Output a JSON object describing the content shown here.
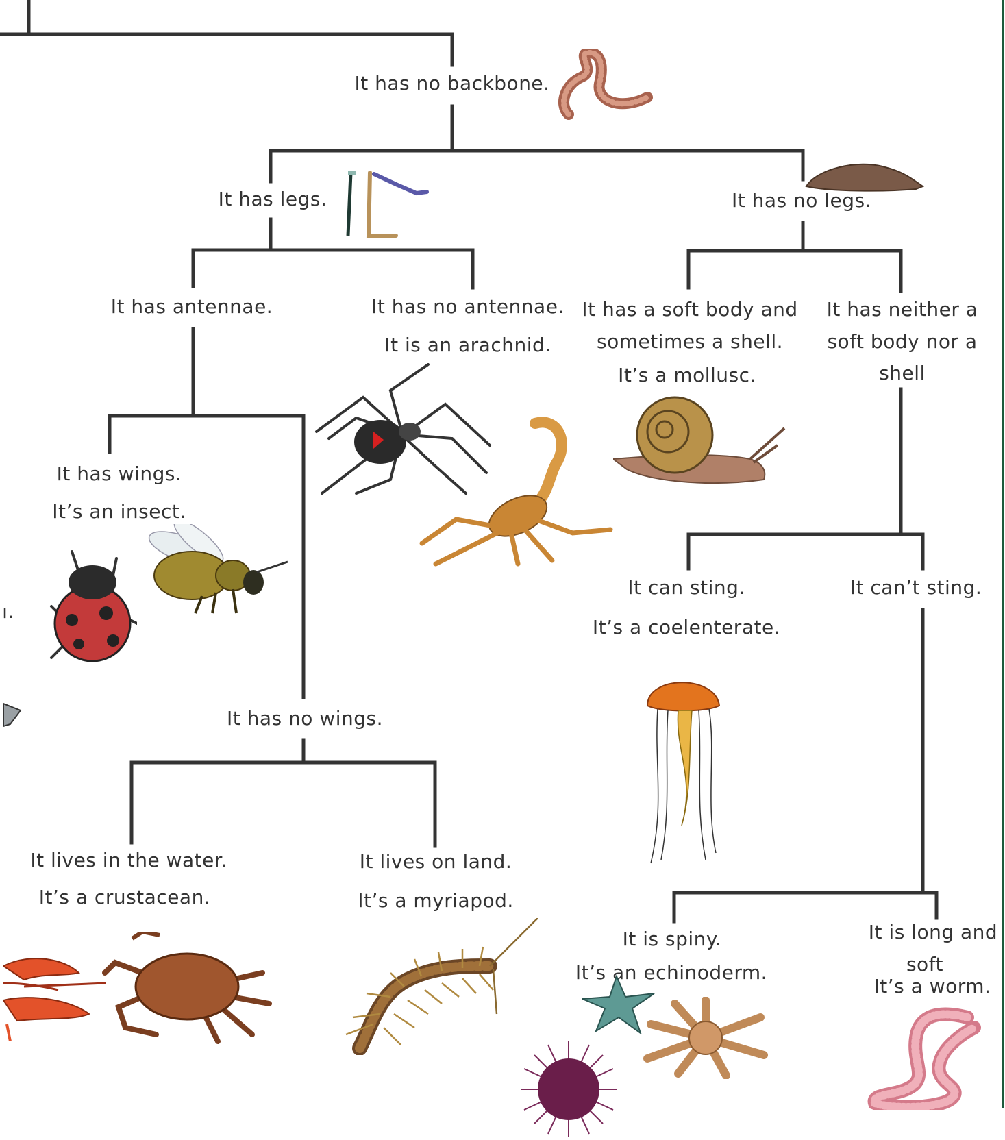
{
  "nodes": {
    "no_backbone": "It has no backbone.",
    "legs": "It has legs.",
    "no_legs": "It has no legs.",
    "antennae": "It has antennae.",
    "no_antennae": "It has no antennae.",
    "arachnid": "It is an arachnid.",
    "soft_body_1": "It has a soft body and",
    "soft_body_2": "sometimes a shell.",
    "mollusc": "It’s a mollusc.",
    "neither_1": "It has neither a",
    "neither_2": "soft body nor a",
    "neither_3": "shell",
    "wings": "It has wings.",
    "insect": "It’s an insect.",
    "cut_text": "ı.",
    "no_wings": "It has no wings.",
    "sting": "It can sting.",
    "coelenterate": "It’s a coelenterate.",
    "cant_sting": "It can’t sting.",
    "water": "It lives in the water.",
    "crustacean": "It’s a crustacean.",
    "land": "It lives on land.",
    "myriapod": "It’s a myriapod.",
    "spiny": "It is spiny.",
    "echinoderm": "It’s an echinoderm.",
    "long_soft_1": "It is long and",
    "long_soft_2": "soft",
    "worm": "It’s a worm."
  },
  "illustrations": [
    "earthworm-illustration",
    "legs-illustration",
    "slug-illustration",
    "black-widow-spider-illustration",
    "scorpion-illustration",
    "snail-illustration",
    "ladybird-illustration",
    "bee-illustration",
    "jellyfish-illustration",
    "lobster-illustration",
    "crab-illustration",
    "centipede-illustration",
    "starfish-illustration",
    "sea-urchin-illustration",
    "worm-illustration"
  ],
  "colors": {
    "line": "#333333",
    "border": "#1e5a3c"
  }
}
